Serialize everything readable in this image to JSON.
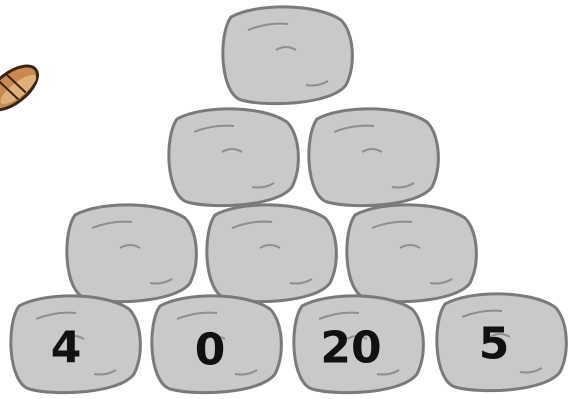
{
  "colors": {
    "stone_fill": "#c9c9c9",
    "stone_outline": "#7a7a7a",
    "stone_texture": "#8e8e8e",
    "label_color": "#111111",
    "worm_fill": "#c98a52",
    "worm_outline": "#3a2412"
  },
  "pyramid": {
    "rows": [
      {
        "stones": [
          {
            "value": ""
          }
        ]
      },
      {
        "stones": [
          {
            "value": ""
          },
          {
            "value": ""
          }
        ]
      },
      {
        "stones": [
          {
            "value": ""
          },
          {
            "value": ""
          },
          {
            "value": ""
          }
        ]
      },
      {
        "stones": [
          {
            "value": "4"
          },
          {
            "value": "0"
          },
          {
            "value": "20"
          },
          {
            "value": "5"
          }
        ]
      }
    ]
  },
  "decoration": {
    "icon": "worm-icon"
  }
}
